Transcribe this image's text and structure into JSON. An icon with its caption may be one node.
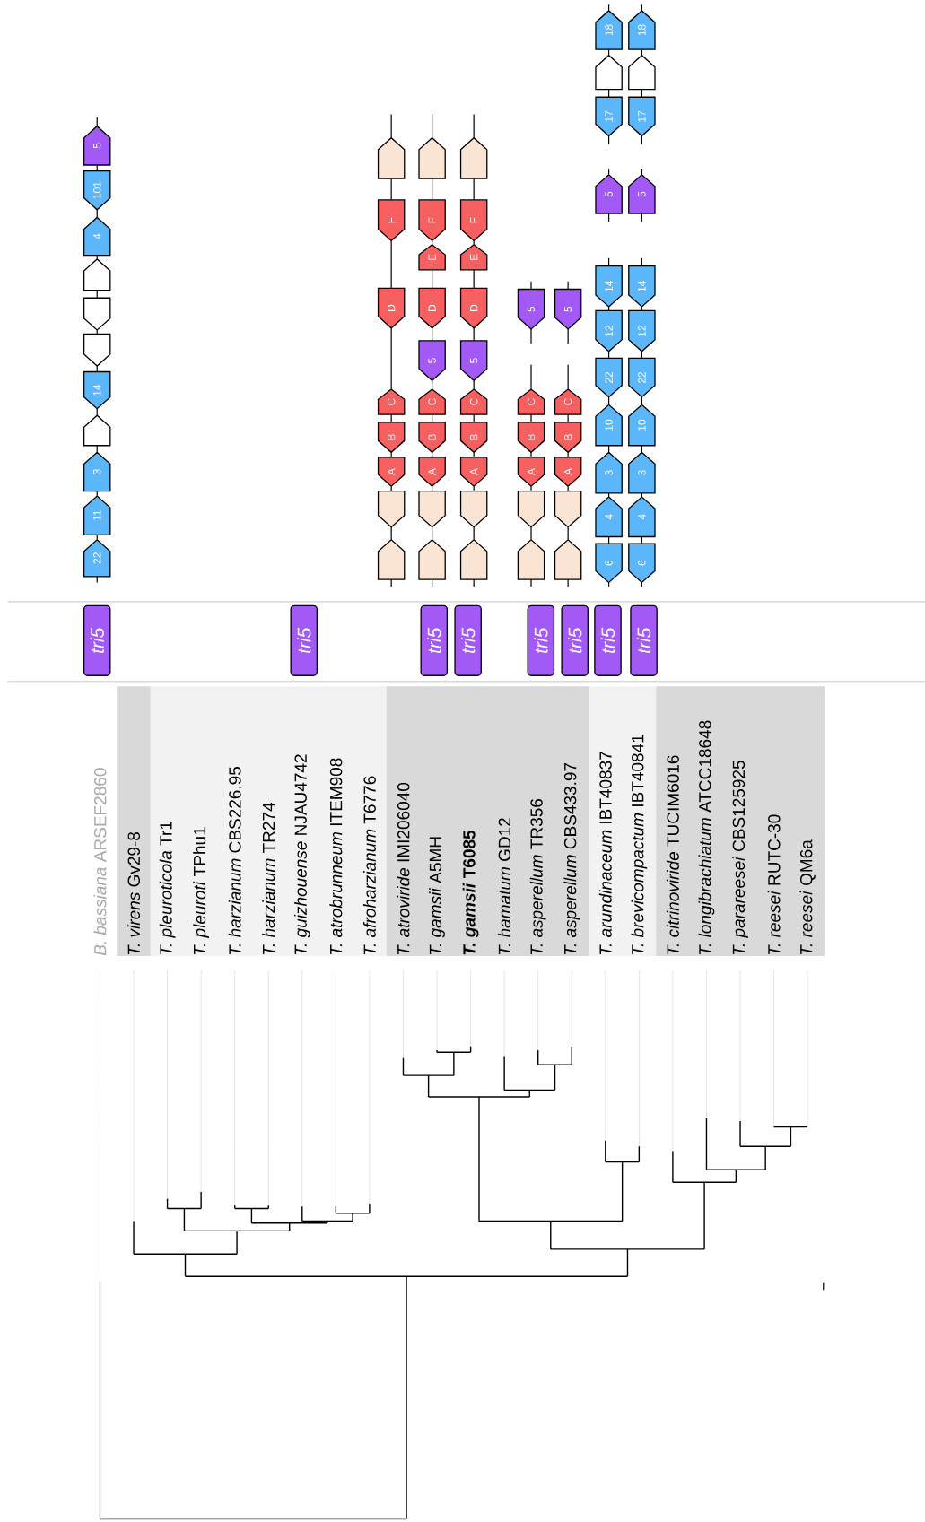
{
  "diagram": {
    "nodes": [
      {
        "text": [
          "5"
        ]
      },
      {
        "text": [
          "101"
        ]
      },
      {
        "text": [
          "4"
        ]
      },
      {
        "text": [],
        "shape": "pentagon"
      },
      {
        "text": [],
        "shape": "pentagon"
      },
      {
        "text": [],
        "shape": "pentagon"
      },
      {
        "text": [
          "14"
        ]
      },
      {
        "text": [],
        "shape": "pentagon"
      },
      {
        "text": [
          "3"
        ]
      },
      {
        "text": [
          "11"
        ]
      },
      {
        "text": [
          "22"
        ]
      },
      {
        "text": [],
        "shape": "pentagon"
      },
      {
        "text": [
          "F"
        ]
      },
      {
        "text": [
          "D"
        ]
      },
      {
        "text": [
          "C"
        ]
      },
      {
        "text": [
          "B"
        ]
      },
      {
        "text": [
          "A"
        ]
      },
      {
        "text": [],
        "shape": "pentagon"
      },
      {
        "text": [],
        "shape": "pentagon"
      },
      {
        "text": [],
        "shape": "pentagon"
      },
      {
        "text": [
          "F"
        ]
      },
      {
        "text": [
          "E"
        ]
      },
      {
        "text": [
          "D"
        ]
      },
      {
        "text": [
          "5"
        ]
      },
      {
        "text": [
          "C"
        ]
      },
      {
        "text": [
          "B"
        ]
      },
      {
        "text": [
          "A"
        ]
      },
      {
        "text": [],
        "shape": "pentagon"
      },
      {
        "text": [],
        "shape": "pentagon"
      },
      {
        "text": [],
        "shape": "pentagon"
      },
      {
        "text": [
          "F"
        ]
      },
      {
        "text": [
          "E"
        ]
      },
      {
        "text": [
          "D"
        ]
      },
      {
        "text": [
          "5"
        ]
      },
      {
        "text": [
          "C"
        ]
      },
      {
        "text": [
          "B"
        ]
      },
      {
        "text": [
          "A"
        ]
      },
      {
        "text": [],
        "shape": "pentagon"
      },
      {
        "text": [],
        "shape": "pentagon"
      },
      {
        "text": [
          "5"
        ]
      },
      {
        "text": [
          "C"
        ]
      },
      {
        "text": [
          "B"
        ]
      },
      {
        "text": [
          "A"
        ]
      },
      {
        "text": [],
        "shape": "pentagon"
      },
      {
        "text": [],
        "shape": "pentagon"
      },
      {
        "text": [
          "5"
        ]
      },
      {
        "text": [
          "C"
        ]
      },
      {
        "text": [
          "B"
        ]
      },
      {
        "text": [
          "A"
        ]
      },
      {
        "text": [],
        "shape": "pentagon"
      },
      {
        "text": [],
        "shape": "pentagon"
      },
      {
        "text": [
          "18"
        ]
      },
      {
        "text": [],
        "shape": "pentagon"
      },
      {
        "text": [
          "17"
        ]
      },
      {
        "text": [
          "5"
        ]
      },
      {
        "text": [
          "14"
        ]
      },
      {
        "text": [
          "12"
        ]
      },
      {
        "text": [
          "22"
        ]
      },
      {
        "text": [
          "10"
        ]
      },
      {
        "text": [
          "3"
        ]
      },
      {
        "text": [
          "4"
        ]
      },
      {
        "text": [
          "6"
        ]
      },
      {
        "text": [
          "18"
        ]
      },
      {
        "text": [],
        "shape": "pentagon"
      },
      {
        "text": [
          "17"
        ]
      },
      {
        "text": [
          "5"
        ]
      },
      {
        "text": [
          "14"
        ]
      },
      {
        "text": [
          "12"
        ]
      },
      {
        "text": [
          "22"
        ]
      },
      {
        "text": [
          "10"
        ]
      },
      {
        "text": [
          "3"
        ]
      },
      {
        "text": [
          "4"
        ]
      },
      {
        "text": [
          "6"
        ]
      },
      {
        "text": [
          "tri5"
        ]
      },
      {
        "text": [
          "tri5"
        ]
      },
      {
        "text": [
          "tri5"
        ]
      },
      {
        "text": [
          "tri5"
        ]
      },
      {
        "text": [
          "tri5"
        ]
      },
      {
        "text": [
          "tri5"
        ]
      },
      {
        "text": [
          "tri5"
        ]
      },
      {
        "text": [
          "tri5"
        ]
      }
    ],
    "edges": [
      {
        "from": null,
        "to": 0,
        "arrow": "none"
      },
      {
        "from": 0,
        "to": 1,
        "arrow": "none"
      },
      {
        "from": 1,
        "to": 2,
        "arrow": "none"
      },
      {
        "from": 2,
        "to": 3,
        "arrow": "none"
      },
      {
        "from": 3,
        "to": 4,
        "arrow": "none"
      },
      {
        "from": 4,
        "to": 5,
        "arrow": "none"
      },
      {
        "from": 5,
        "to": 6,
        "arrow": "none"
      },
      {
        "from": 6,
        "to": 7,
        "arrow": "none"
      },
      {
        "from": 7,
        "to": 8,
        "arrow": "none"
      },
      {
        "from": 8,
        "to": 9,
        "arrow": "none"
      },
      {
        "from": 9,
        "to": 10,
        "arrow": "none"
      },
      {
        "from": 10,
        "to": null,
        "arrow": "none"
      },
      {
        "from": null,
        "to": 11,
        "arrow": "none"
      },
      {
        "from": 11,
        "to": 12,
        "arrow": "none"
      },
      {
        "from": 12,
        "to": 13,
        "arrow": "none"
      },
      {
        "from": 13,
        "to": 14,
        "arrow": "none"
      },
      {
        "from": 14,
        "to": 15,
        "arrow": "none"
      },
      {
        "from": 15,
        "to": 16,
        "arrow": "none"
      },
      {
        "from": 16,
        "to": 17,
        "arrow": "none"
      },
      {
        "from": 17,
        "to": 18,
        "arrow": "none"
      },
      {
        "from": 18,
        "to": null,
        "arrow": "none"
      },
      {
        "from": null,
        "to": 19,
        "arrow": "none"
      },
      {
        "from": 19,
        "to": 20,
        "arrow": "none"
      },
      {
        "from": 20,
        "to": 21,
        "arrow": "none"
      },
      {
        "from": 21,
        "to": 22,
        "arrow": "none"
      },
      {
        "from": 22,
        "to": 23,
        "arrow": "none"
      },
      {
        "from": 23,
        "to": 24,
        "arrow": "none"
      },
      {
        "from": 24,
        "to": 25,
        "arrow": "none"
      },
      {
        "from": 25,
        "to": 26,
        "arrow": "none"
      },
      {
        "from": 26,
        "to": 27,
        "arrow": "none"
      },
      {
        "from": 27,
        "to": 28,
        "arrow": "none"
      },
      {
        "from": 28,
        "to": null,
        "arrow": "none"
      },
      {
        "from": null,
        "to": 29,
        "arrow": "none"
      },
      {
        "from": 29,
        "to": 30,
        "arrow": "none"
      },
      {
        "from": 30,
        "to": 31,
        "arrow": "none"
      },
      {
        "from": 31,
        "to": 32,
        "arrow": "none"
      },
      {
        "from": 32,
        "to": 33,
        "arrow": "none"
      },
      {
        "from": 33,
        "to": 34,
        "arrow": "none"
      },
      {
        "from": 34,
        "to": 35,
        "arrow": "none"
      },
      {
        "from": 35,
        "to": 36,
        "arrow": "none"
      },
      {
        "from": 36,
        "to": 37,
        "arrow": "none"
      },
      {
        "from": 37,
        "to": 38,
        "arrow": "none"
      },
      {
        "from": 38,
        "to": null,
        "arrow": "none"
      },
      {
        "from": null,
        "to": 39,
        "arrow": "none"
      },
      {
        "from": 39,
        "to": null,
        "arrow": "none"
      },
      {
        "from": null,
        "to": 40,
        "arrow": "none"
      },
      {
        "from": 40,
        "to": 41,
        "arrow": "none"
      },
      {
        "from": 41,
        "to": 42,
        "arrow": "none"
      },
      {
        "from": 42,
        "to": 43,
        "arrow": "none"
      },
      {
        "from": 43,
        "to": 44,
        "arrow": "none"
      },
      {
        "from": 44,
        "to": null,
        "arrow": "none"
      },
      {
        "from": null,
        "to": 45,
        "arrow": "none"
      },
      {
        "from": 45,
        "to": null,
        "arrow": "none"
      },
      {
        "from": null,
        "to": 46,
        "arrow": "none"
      },
      {
        "from": 46,
        "to": 47,
        "arrow": "none"
      },
      {
        "from": 47,
        "to": 48,
        "arrow": "none"
      },
      {
        "from": 48,
        "to": 49,
        "arrow": "none"
      },
      {
        "from": 49,
        "to": 50,
        "arrow": "none"
      },
      {
        "from": 50,
        "to": null,
        "arrow": "none"
      },
      {
        "from": null,
        "to": 51,
        "arrow": "none"
      },
      {
        "from": 51,
        "to": 52,
        "arrow": "none"
      },
      {
        "from": 52,
        "to": 53,
        "arrow": "none"
      },
      {
        "from": 53,
        "to": null,
        "arrow": "none"
      },
      {
        "from": null,
        "to": 54,
        "arrow": "none"
      },
      {
        "from": 54,
        "to": null,
        "arrow": "none"
      },
      {
        "from": null,
        "to": 55,
        "arrow": "none"
      },
      {
        "from": 55,
        "to": 56,
        "arrow": "none"
      },
      {
        "from": 56,
        "to": 57,
        "arrow": "none"
      },
      {
        "from": 57,
        "to": 58,
        "arrow": "none"
      },
      {
        "from": 58,
        "to": 59,
        "arrow": "none"
      },
      {
        "from": 59,
        "to": 60,
        "arrow": "none"
      },
      {
        "from": 60,
        "to": 61,
        "arrow": "none"
      },
      {
        "from": 61,
        "to": null,
        "arrow": "none"
      },
      {
        "from": null,
        "to": 62,
        "arrow": "none"
      },
      {
        "from": 62,
        "to": 63,
        "arrow": "none"
      },
      {
        "from": 63,
        "to": 64,
        "arrow": "none"
      },
      {
        "from": 64,
        "to": null,
        "arrow": "none"
      },
      {
        "from": null,
        "to": 65,
        "arrow": "none"
      },
      {
        "from": 65,
        "to": null,
        "arrow": "none"
      },
      {
        "from": null,
        "to": 66,
        "arrow": "none"
      },
      {
        "from": 66,
        "to": 67,
        "arrow": "none"
      },
      {
        "from": 67,
        "to": 68,
        "arrow": "none"
      },
      {
        "from": 68,
        "to": 69,
        "arrow": "none"
      },
      {
        "from": 69,
        "to": 70,
        "arrow": "none"
      },
      {
        "from": 70,
        "to": 71,
        "arrow": "none"
      },
      {
        "from": 71,
        "to": 72,
        "arrow": "none"
      },
      {
        "from": 72,
        "to": null,
        "arrow": "none"
      }
    ],
    "labels": [
      "*B. bassiana* ARSEF2860",
      "*T. virens* Gv29-8",
      "*T. pleuroticola* Tr1",
      "*T. pleuroti* TPhu1",
      "*T. harzianum* CBS226.95",
      "*T. harzianum* TR274",
      "*T. guizhouense* NJAU4742",
      "*T. atrobrunneum* ITEM908",
      "*T. afroharzianum* T6776",
      "*T. atroviride* IMI206040",
      "*T. gamsii* A5MH",
      "*T. gamsii* T6085",
      "*T. hamatum* GD12",
      "*T. asperellum* TR356",
      "*T. asperellum* CBS433.97",
      "*T. arundinaceum* IBT40837",
      "*T. brevicompactum* IBT40841",
      "*T. citrinoviride* TUCIM6016",
      "*T. longibrachiatum* ATCC18648",
      "*T. parareesei* CBS125925",
      "*T. reesei* RUTC-30",
      "*T. reesei* QM6a"
    ]
  }
}
